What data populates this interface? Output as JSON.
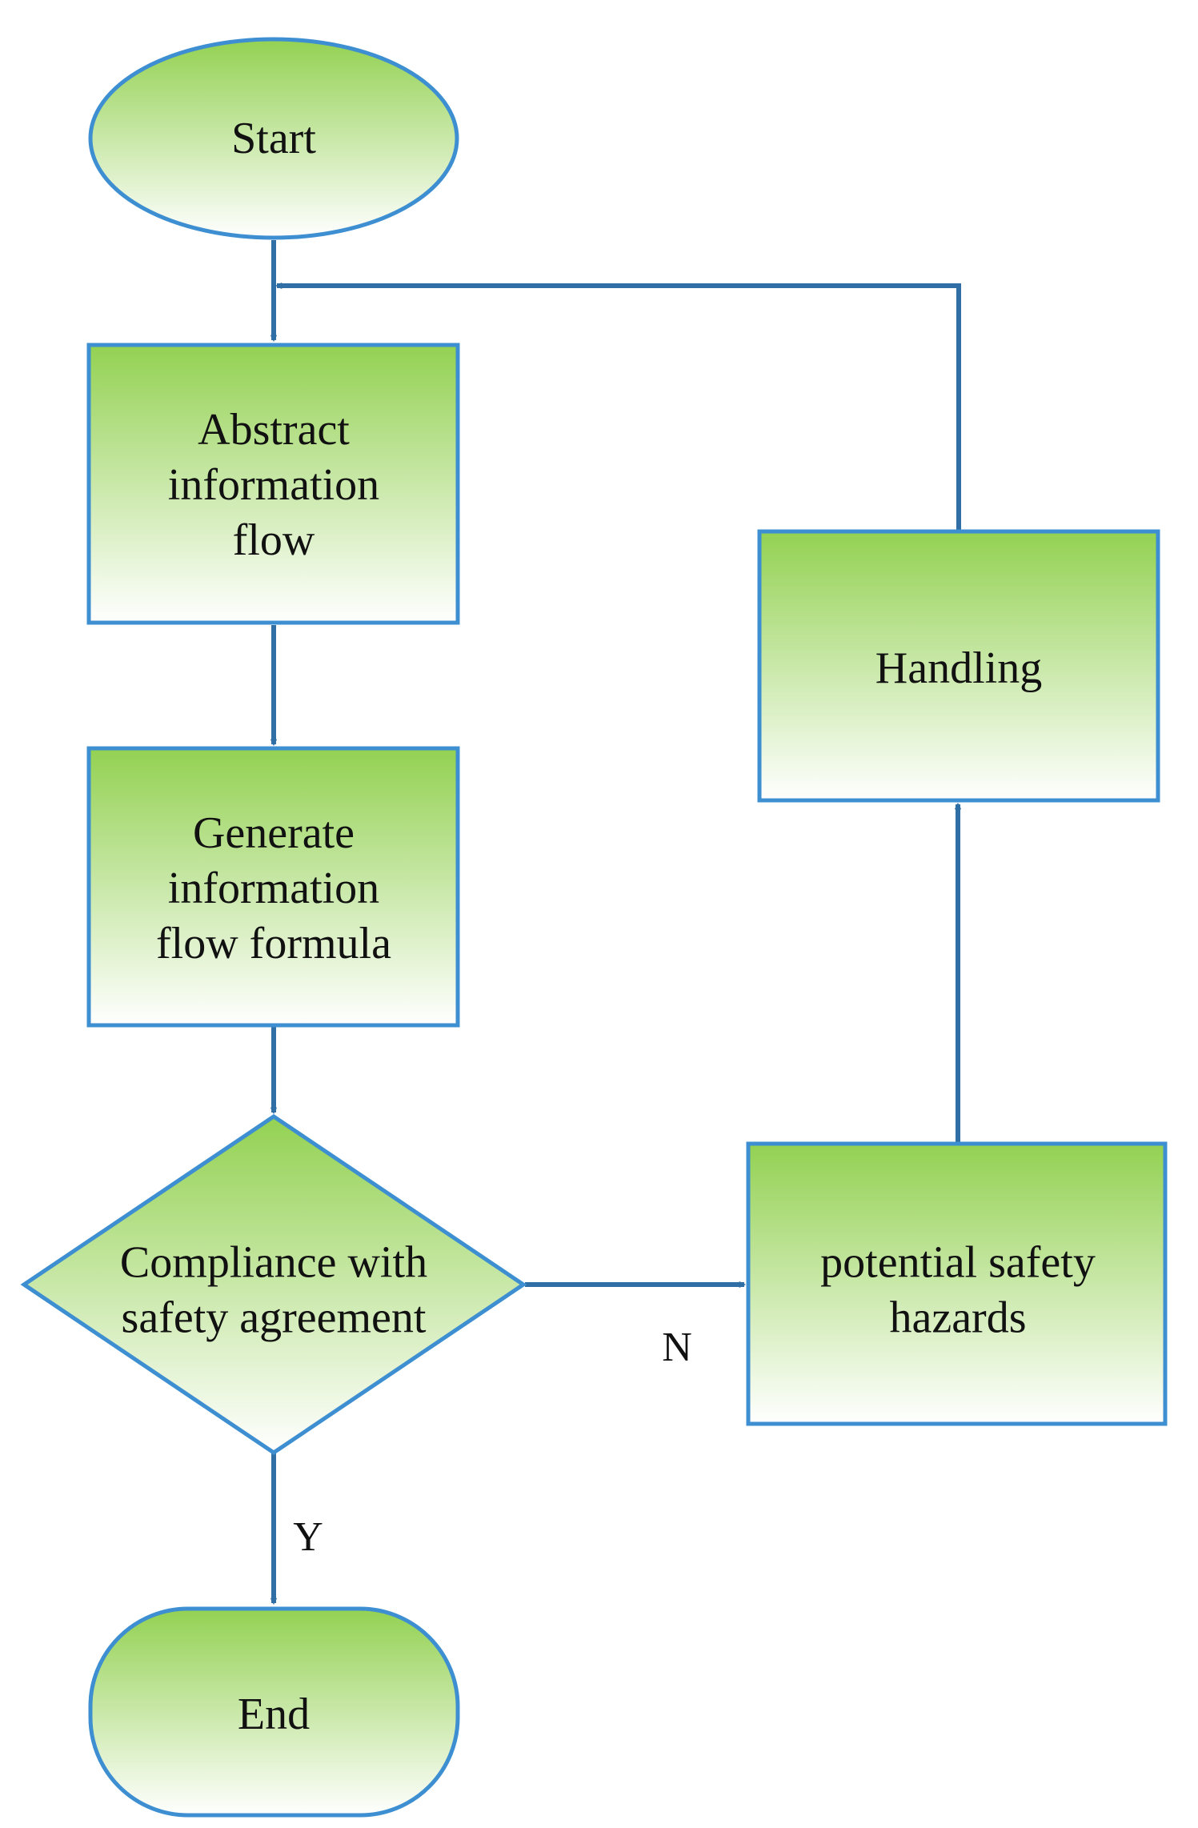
{
  "colors": {
    "fill_top": "#93d152",
    "fill_bottom": "#ffffff",
    "shape_border": "#3d8fd1",
    "connector": "#2f6fa6",
    "text": "#111111"
  },
  "nodes": {
    "start": {
      "shape": "ellipse",
      "lines": [
        "Start"
      ]
    },
    "abstract": {
      "shape": "rectangle",
      "lines": [
        "Abstract",
        "information",
        "flow"
      ]
    },
    "generate": {
      "shape": "rectangle",
      "lines": [
        "Generate",
        "information",
        "flow formula"
      ]
    },
    "decision": {
      "shape": "diamond",
      "lines": [
        "Compliance with",
        "safety agreement"
      ]
    },
    "hazards": {
      "shape": "rectangle",
      "lines": [
        "potential safety",
        "hazards"
      ]
    },
    "handling": {
      "shape": "rectangle",
      "lines": [
        "Handling"
      ]
    },
    "end": {
      "shape": "rounded-rectangle",
      "lines": [
        "End"
      ]
    }
  },
  "edges": {
    "yes_label": "Y",
    "no_label": "N"
  }
}
